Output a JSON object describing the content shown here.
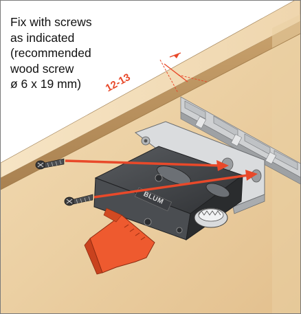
{
  "instruction": {
    "text": "Fix with screws\nas indicated\n(recommended\nwood screw\nø 6 x 19 mm)"
  },
  "dimension": {
    "label": "12-13"
  },
  "brand_mark": {
    "text": "BLUM"
  },
  "colors": {
    "accent": "#e8492a",
    "lever": "#ee5a2f",
    "housing_dark": "#3d3f42",
    "wood": "#e8c99a",
    "wood_edge": "#b8905d",
    "frame_border": "#7a7a7a"
  }
}
